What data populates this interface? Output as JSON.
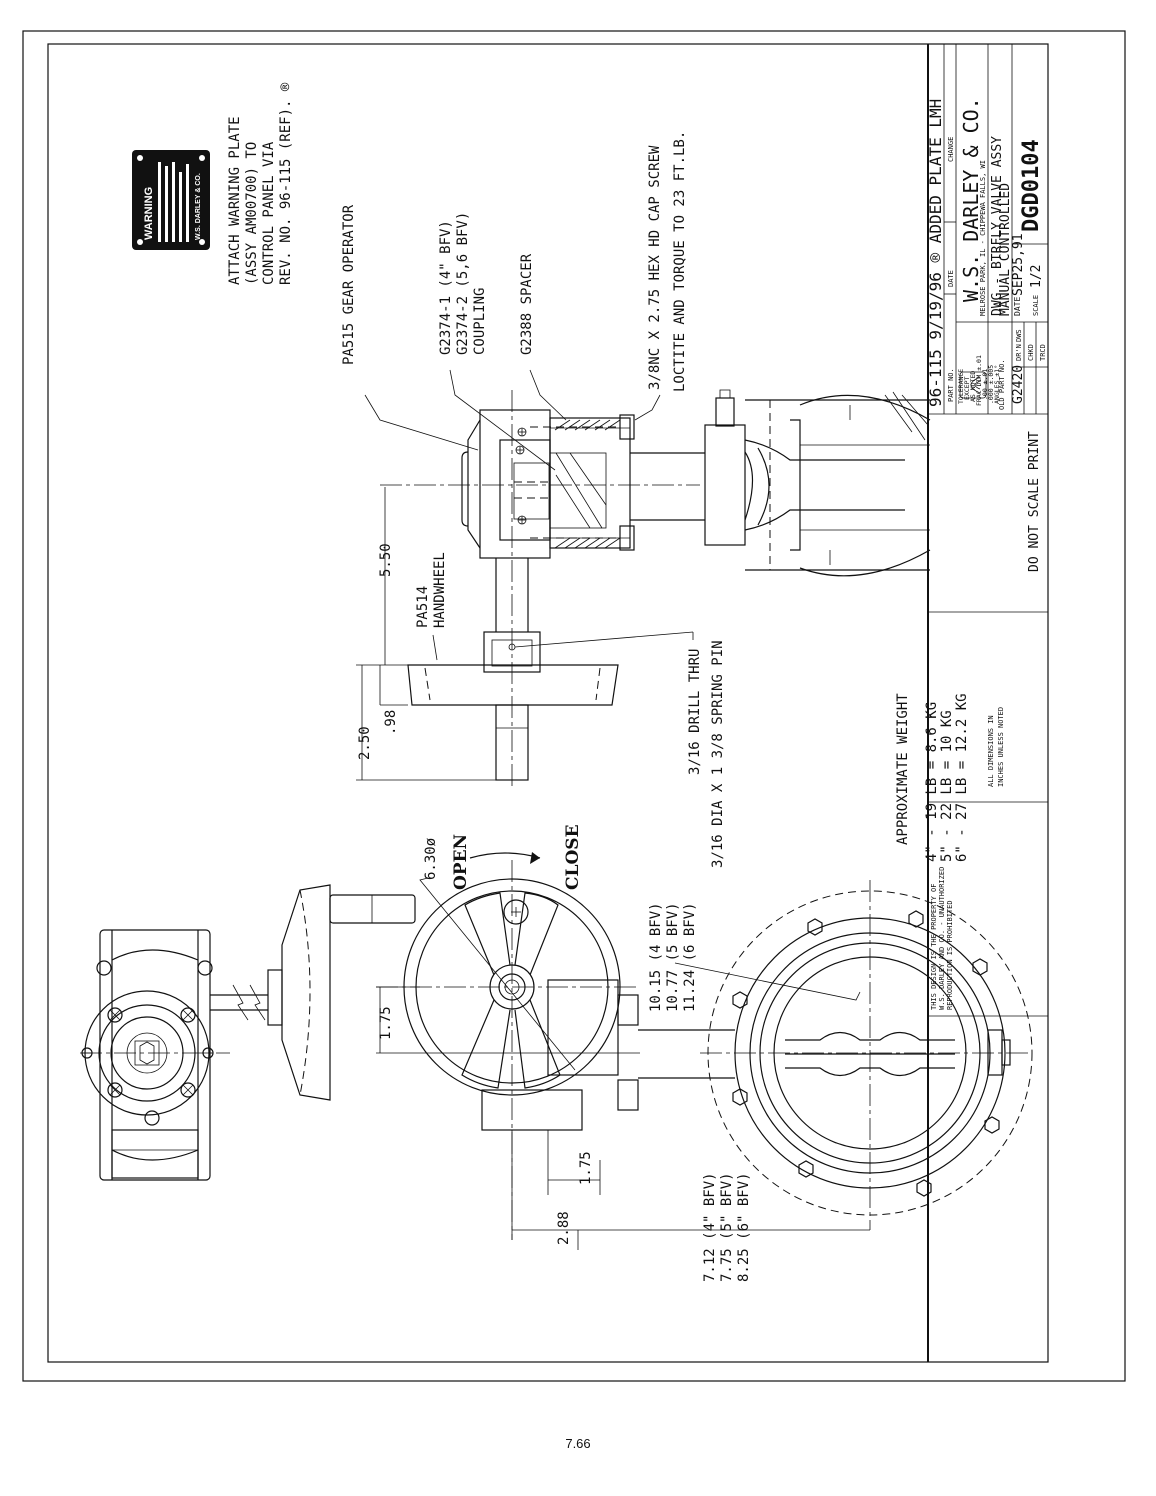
{
  "page_number": "7.66",
  "title_block": {
    "revision": "96-115 9/19/96 ® ADDED PLATE LMH",
    "rev_headers": [
      "PART NO.",
      "DATE",
      "CHANGE"
    ],
    "company": "W.S. DARLEY & CO.",
    "company_address": "MELROSE PARK, IL - CHIPPEWA FALLS, WI",
    "tolerance_lines": [
      "TOLERANCE",
      "EXCEPT",
      "AS NOTED",
      "FRAC DIM ±.01",
      ".00 ±.01",
      ".000 ±.005",
      "ANGLES ±1°"
    ],
    "description_line1": "DWG - BTRFLY VALVE ASSY",
    "description_line2": "MANUAL CONTROLLED",
    "old_part_label": "OLD PART NO.",
    "old_part_no": "G2420",
    "drawing_number": "DGD0104",
    "date_label": "DATE",
    "date_value": "SEP25,91",
    "scale_label": "SCALE",
    "scale_value": "1/2",
    "drn_label": "DR'N",
    "drn_value": "DWS",
    "chkd_label": "CHKD",
    "trcd_label": "TRCD",
    "do_not_scale": "DO NOT SCALE PRINT",
    "dimensions_note_1": "ALL DIMENSIONS IN",
    "dimensions_note_2": "INCHES UNLESS NOTED",
    "property_note_1": "THIS DESIGN IS THE PROPERTY OF",
    "property_note_2": "W.S. DARLEY AND CO. - UNAUTHORIZED",
    "property_note_3": "REPRODUCTION IS PROHIBITED"
  },
  "warning_plate": {
    "heading": "WARNING",
    "maker": "W.S. DARLEY & CO."
  },
  "notes": {
    "attach_1": "ATTACH WARNING PLATE",
    "attach_2": "(ASSY AM00700) TO",
    "attach_3": "CONTROL PANEL VIA",
    "attach_4": "REV. NO. 96-115 (REF). ®",
    "gear_operator": "PA515 GEAR OPERATOR",
    "coupling_1": "G2374-1 (4\" BFV)",
    "coupling_2": "G2374-2 (5,6 BFV)",
    "coupling_3": "COUPLING",
    "spacer": "G2388 SPACER",
    "cap_screw_1": "3/8NC X 2.75 HEX HD CAP SCREW",
    "cap_screw_2": "LOCTITE AND TORQUE TO 23 FT.LB.",
    "handwheel_1": "PA514",
    "handwheel_2": "HANDWHEEL",
    "drill_1": "3/16 DRILL THRU",
    "drill_2": "3/16 DIA X 1 3/8 SPRING PIN",
    "weight_title": "APPROXIMATE WEIGHT",
    "weight_1": "4\" - 19 LB = 8.6 KG",
    "weight_2": "5\" - 22 LB = 10 KG",
    "weight_3": "6\" - 27 LB = 12.2 KG",
    "open": "OPEN",
    "close": "CLOSE"
  },
  "dimensions": {
    "d_550": "5.50",
    "d_250": "2.50",
    "d_098": ".98",
    "d_630": "6.30ø",
    "d_175_top": "1.75",
    "d_175_bottom": "1.75",
    "d_288": "2.88",
    "d_1015": "10.15 (4 BFV)",
    "d_1077": "10.77 (5 BFV)",
    "d_1124": "11.24 (6 BFV)",
    "d_712": "7.12 (4\" BFV)",
    "d_775": "7.75 (5\" BFV)",
    "d_825": "8.25 (6\" BFV)"
  }
}
